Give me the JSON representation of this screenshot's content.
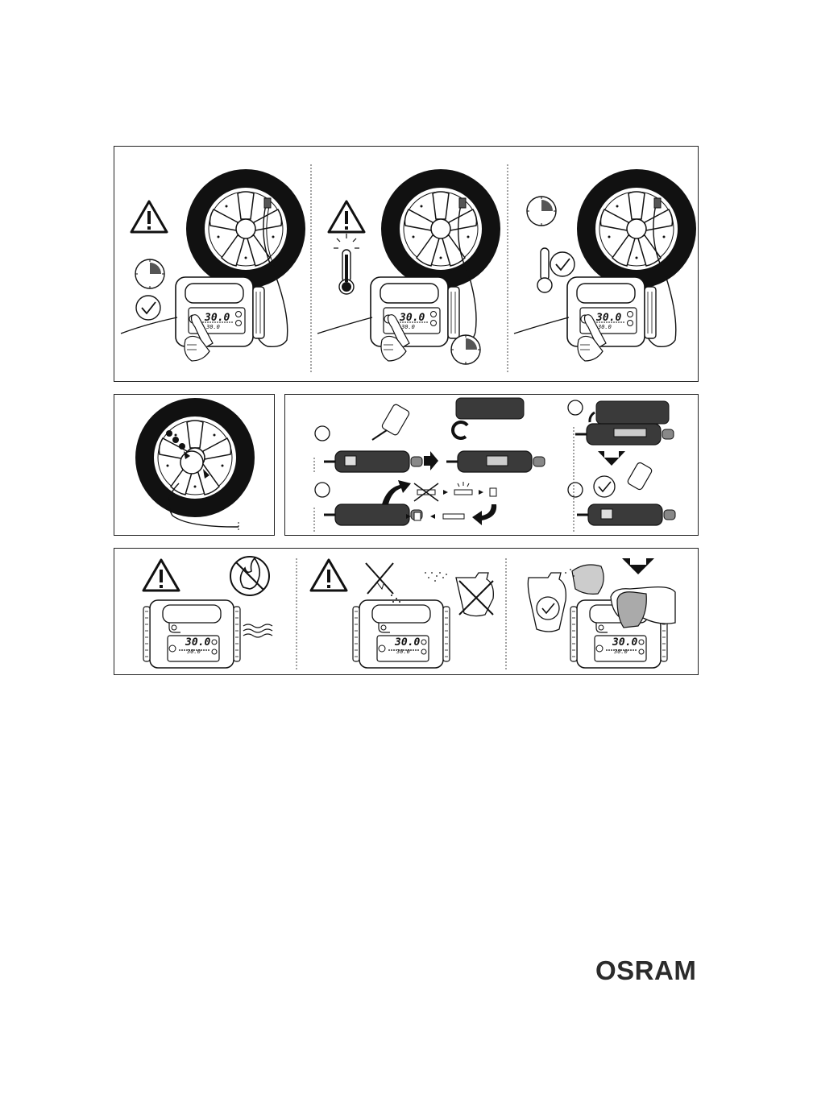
{
  "display": {
    "main_value": "30.0",
    "secondary_value": "30.0"
  },
  "brand": {
    "logo_text": "OSRAM"
  },
  "colors": {
    "ink": "#1a1a1a",
    "frame_border": "#222222",
    "tire": "#111111",
    "device_dark": "#3a3a3a",
    "background": "#ffffff"
  },
  "icons": [
    "warning-triangle-icon",
    "timer-quarter-icon",
    "checkmark-circle-icon",
    "thermometer-hot-icon",
    "thermometer-check-icon",
    "no-flame-icon",
    "heat-waves-icon",
    "no-spray-icon",
    "arrow-down-icon",
    "curved-arrow-icon"
  ]
}
